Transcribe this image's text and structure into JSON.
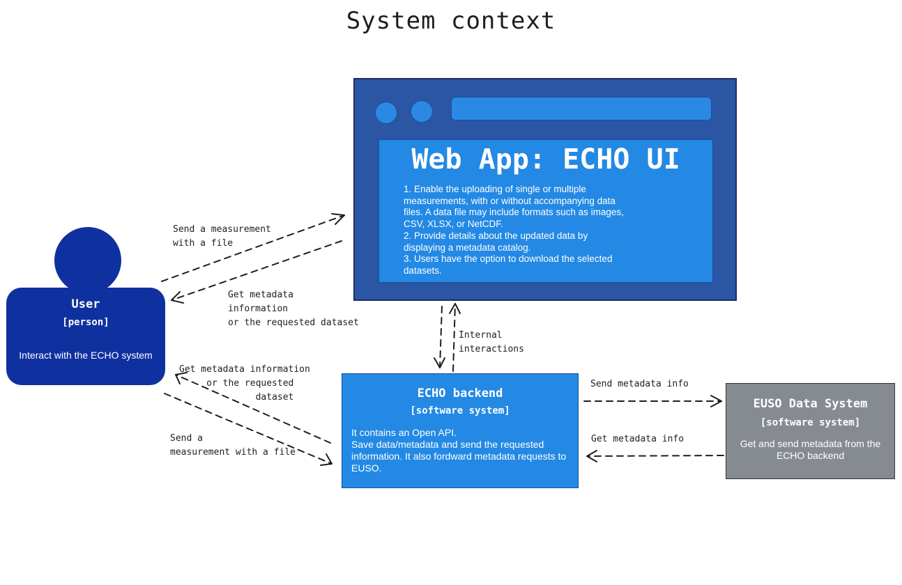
{
  "title": "System context",
  "webapp": {
    "name": "Web App: ECHO UI",
    "description": "1. Enable the uploading of single or multiple measurements, with or without accompanying data files. A data file may include formats such as images, CSV, XLSX, or NetCDF.\n2. Provide details about the updated data by displaying a metadata catalog.\n3. Users have the option to download the selected datasets."
  },
  "user": {
    "name": "User",
    "type": "[person]",
    "description": "Interact with the ECHO system"
  },
  "backend": {
    "name": "ECHO backend",
    "type": "[software system]",
    "description": "It contains an Open API.\nSave data/metadata and send the requested information. It also fordward metadata requests to EUSO."
  },
  "euso": {
    "name": "EUSO Data System",
    "type": "[software system]",
    "description": "Get and send metadata from the ECHO backend"
  },
  "arrows": {
    "user_to_webapp": "Send a measurement\nwith a file",
    "webapp_to_user": "Get metadata\ninformation\nor the requested dataset",
    "backend_to_user": "Get metadata information\n     or the requested\n              dataset",
    "user_to_backend": "Send a\nmeasurement with a file",
    "internal": "Internal\ninteractions",
    "backend_to_euso": "Send metadata info",
    "euso_to_backend": "Get metadata info"
  }
}
